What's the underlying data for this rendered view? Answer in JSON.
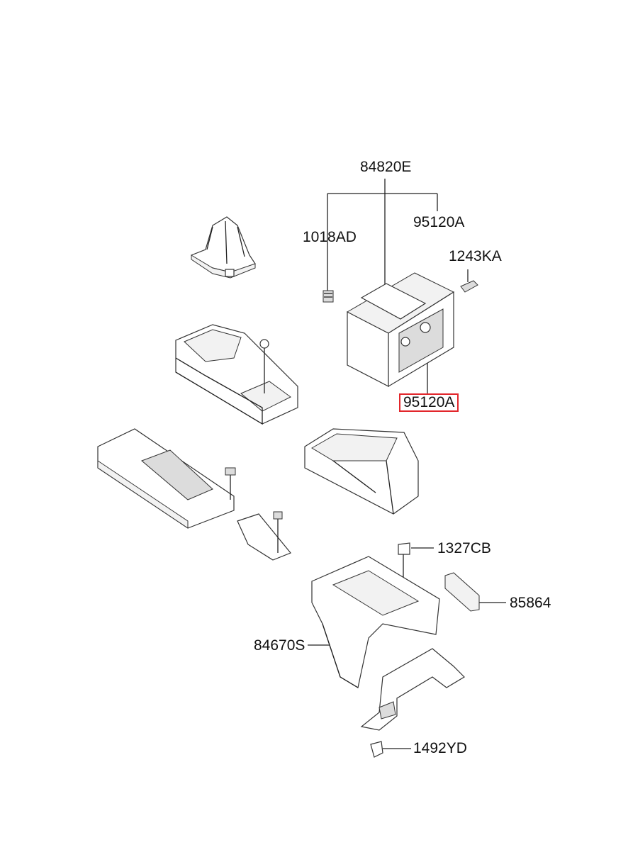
{
  "labels": {
    "l84820E": "84820E",
    "l95120A_top": "95120A",
    "l1018AD": "1018AD",
    "l1243KA": "1243KA",
    "l95120A_sel": "95120A",
    "l1327CB": "1327CB",
    "l85864": "85864",
    "l84670S": "84670S",
    "l1492YD": "1492YD"
  },
  "colors": {
    "highlight": "#e2262b",
    "line": "#222222"
  }
}
